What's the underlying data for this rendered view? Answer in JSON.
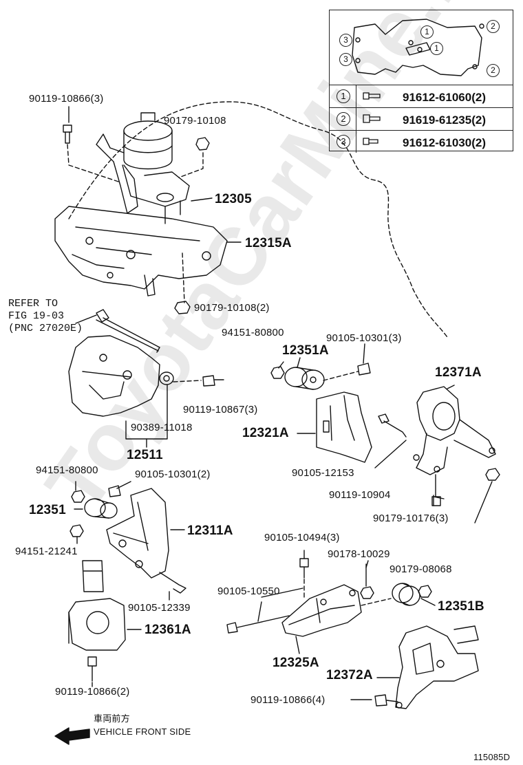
{
  "watermark": "ToyotaCarMine.ru",
  "legend": {
    "callouts": [
      "1",
      "2",
      "3",
      "1",
      "2",
      "3",
      "3",
      "2"
    ],
    "rows": [
      {
        "num": "1",
        "part": "91612-61060(2)"
      },
      {
        "num": "2",
        "part": "91619-61235(2)"
      },
      {
        "num": "3",
        "part": "91612-61030(2)"
      }
    ]
  },
  "labels": {
    "p90119_10866_3": "90119-10866(3)",
    "p90179_10108": "90179-10108",
    "p12305": "12305",
    "p12315A": "12315A",
    "p90179_10108_2": "90179-10108(2)",
    "refer_line1": "REFER TO",
    "refer_line2": "FIG 19-03",
    "refer_line3": "(PNC 27020E)",
    "p94151_80800_a": "94151-80800",
    "p12351A": "12351A",
    "p90105_10301_3": "90105-10301(3)",
    "p12371A": "12371A",
    "p90119_10867_3": "90119-10867(3)",
    "p90389_11018": "90389-11018",
    "p12511": "12511",
    "p12321A": "12321A",
    "p90105_12153": "90105-12153",
    "p90119_10904": "90119-10904",
    "p90179_10176_3": "90179-10176(3)",
    "p94151_80800_b": "94151-80800",
    "p90105_10301_2": "90105-10301(2)",
    "p12351": "12351",
    "p12311A": "12311A",
    "p94151_21241": "94151-21241",
    "p90105_12339": "90105-12339",
    "p12361A": "12361A",
    "p90119_10866_2": "90119-10866(2)",
    "p90105_10494_3": "90105-10494(3)",
    "p90178_10029": "90178-10029",
    "p90179_08068": "90179-08068",
    "p90105_10550": "90105-10550",
    "p12351B": "12351B",
    "p12325A": "12325A",
    "p12372A": "12372A",
    "p90119_10866_4": "90119-10866(4)"
  },
  "direction": {
    "jp": "車両前方",
    "en": "VEHICLE FRONT SIDE"
  },
  "figure_id": "115085D"
}
